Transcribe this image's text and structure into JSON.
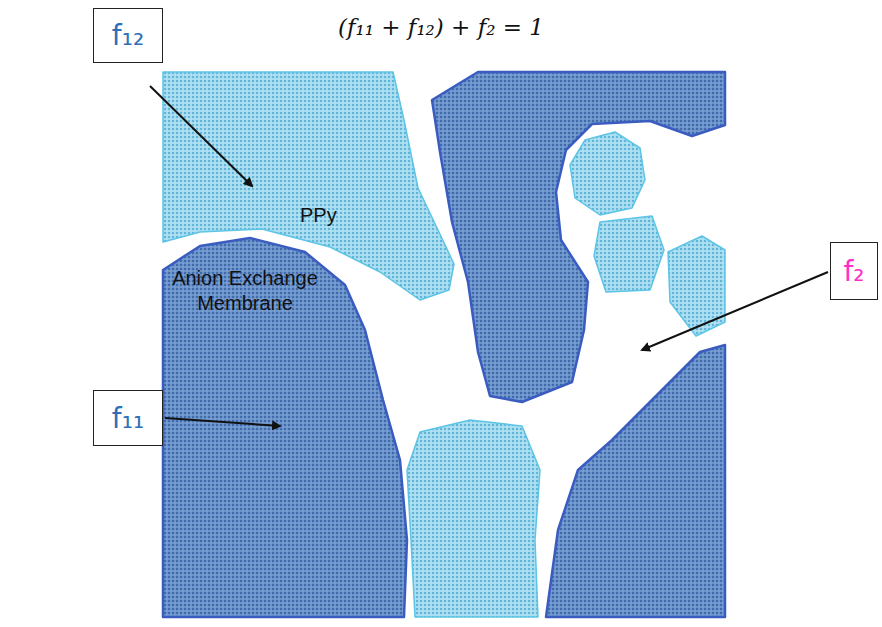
{
  "diagram": {
    "title": "(f₁₁ + f₁₂) + f₂ = 1",
    "nodes": [
      {
        "text": [
          "f₁₂"
        ]
      },
      {
        "text": [
          "f₁₁"
        ]
      },
      {
        "text": [
          "f₂"
        ]
      }
    ],
    "labels": [
      "PPy",
      "Anion Exchange Membrane"
    ]
  }
}
